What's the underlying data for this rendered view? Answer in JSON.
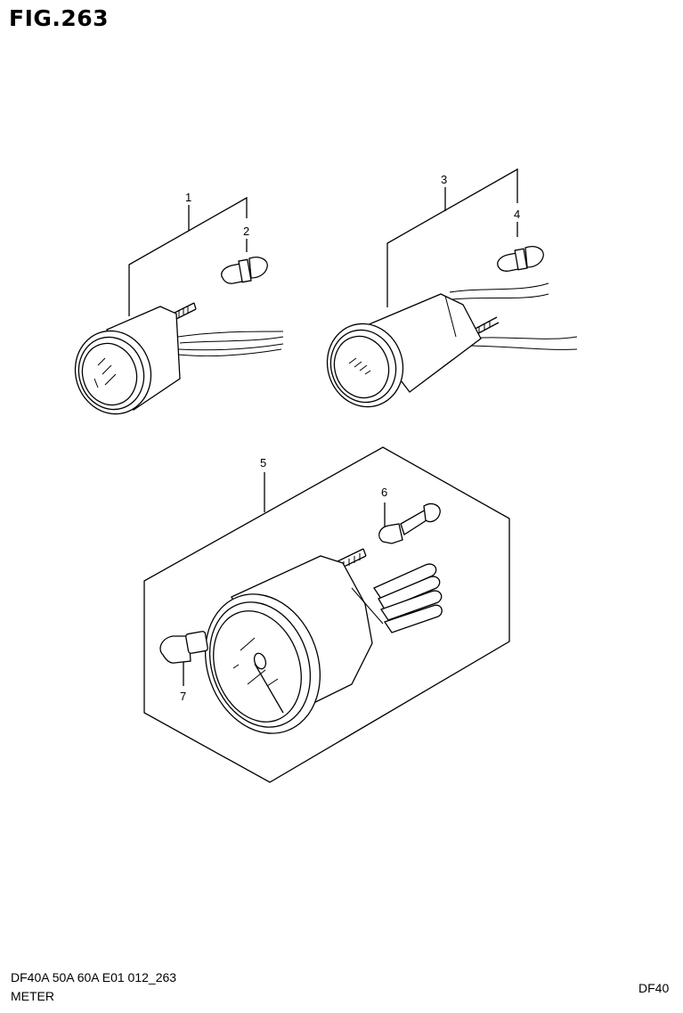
{
  "figure": {
    "title": "FIG.263"
  },
  "footer": {
    "model_line": "DF40A 50A 60A E01 012_263",
    "part_name": "METER",
    "tag": "DF40"
  },
  "callouts": [
    {
      "num": "1",
      "part": "gauge-small-left"
    },
    {
      "num": "2",
      "part": "bulb-left"
    },
    {
      "num": "3",
      "part": "gauge-small-right"
    },
    {
      "num": "4",
      "part": "bulb-right"
    },
    {
      "num": "5",
      "part": "tachometer"
    },
    {
      "num": "6",
      "part": "bulb-holder"
    },
    {
      "num": "7",
      "part": "bulb-wedge"
    }
  ]
}
